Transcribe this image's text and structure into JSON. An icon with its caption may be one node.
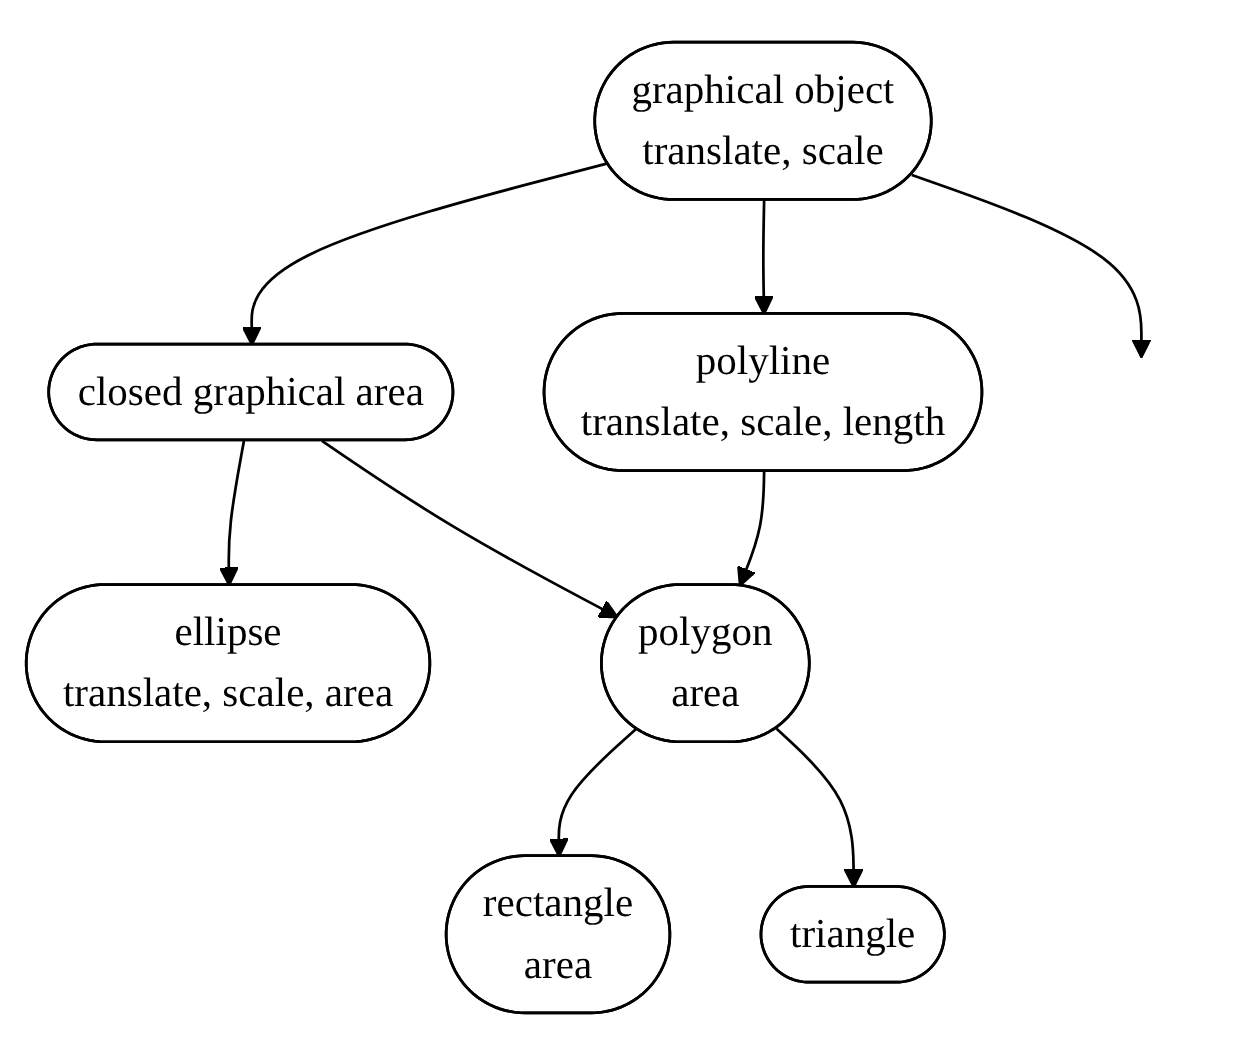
{
  "diagram": {
    "nodes": [
      {
        "text": [
          "graphical object",
          "translate, scale"
        ]
      },
      {
        "text": [
          "closed graphical area"
        ]
      },
      {
        "text": [
          "polyline",
          "translate, scale, length"
        ]
      },
      {
        "text": [
          "ellipse",
          "translate, scale, area"
        ]
      },
      {
        "text": [
          "polygon",
          "area"
        ]
      },
      {
        "text": [
          "rectangle",
          "area"
        ]
      },
      {
        "text": [
          "triangle"
        ]
      }
    ],
    "edges": [
      {
        "from": 0,
        "to": null,
        "arrow": "to"
      },
      {
        "from": 0,
        "to": 1,
        "arrow": "to"
      },
      {
        "from": 0,
        "to": 2,
        "arrow": "to"
      },
      {
        "from": 1,
        "to": 3,
        "arrow": "to"
      },
      {
        "from": 1,
        "to": 4,
        "arrow": "to"
      },
      {
        "from": 2,
        "to": 4,
        "arrow": "to"
      },
      {
        "from": 4,
        "to": 5,
        "arrow": "to"
      },
      {
        "from": 4,
        "to": 6,
        "arrow": "to"
      }
    ]
  }
}
